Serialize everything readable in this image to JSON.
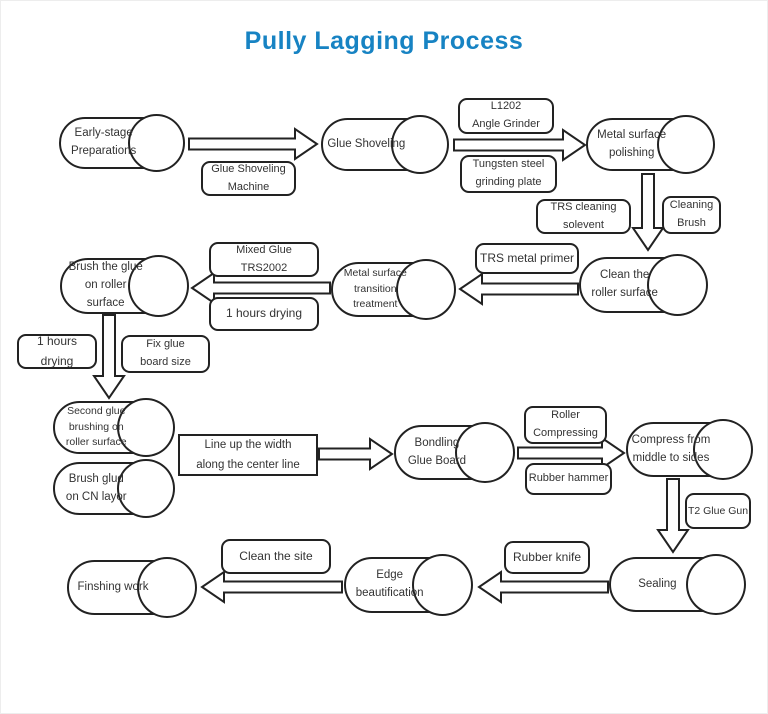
{
  "title": {
    "text": "Pully Lagging Process",
    "color": "#1783c3"
  },
  "stages": {
    "early": [
      "Early-stage",
      "Preparations"
    ],
    "glue_shoveling": "Glue Shoveling",
    "metal_polishing": [
      "Metal surface",
      "polishing"
    ],
    "clean_roller": [
      "Clean the",
      "roller surface"
    ],
    "metal_transition": [
      "Metal surface",
      "transition",
      "treatment"
    ],
    "brush_glue": [
      "Brush the glue",
      "on roller surface"
    ],
    "second_glue": [
      "Second glue",
      "brushing on",
      "roller surface"
    ],
    "brush_glud": [
      "Brush glud",
      "on CN layor"
    ],
    "bondling": [
      "Bondling",
      "Glue Board"
    ],
    "compress": [
      "Compress from",
      "middle to sides"
    ],
    "sealing": "Sealing",
    "edge": [
      "Edge",
      "beautification"
    ],
    "finshing": "Finshing work"
  },
  "tools": {
    "glue_shoveling_machine": [
      "Glue Shoveling",
      "Machine"
    ],
    "angle_grinder": [
      "L1202",
      "Angle Grinder"
    ],
    "tungsten_plate": [
      "Tungsten steel",
      "grinding plate"
    ],
    "trs_cleaning": [
      "TRS cleaning",
      "solevent"
    ],
    "cleaning_brush": [
      "Cleaning",
      "Brush"
    ],
    "trs_metal_primer": "TRS metal primer",
    "mixed_glue": [
      "Mixed Glue",
      "TRS2002"
    ],
    "one_hour_drying_right": "1 hours drying",
    "one_hour_drying_left": "1 hours drying",
    "fix_glue_board": [
      "Fix glue",
      "board size"
    ],
    "line_up": [
      "Line up the width",
      "along the center line"
    ],
    "roller_compressing": [
      "Roller",
      "Compressing"
    ],
    "rubber_hammer": "Rubber hammer",
    "t2_glue_gun": "T2 Glue Gun",
    "rubber_knife": "Rubber knife",
    "clean_site": "Clean the site"
  }
}
